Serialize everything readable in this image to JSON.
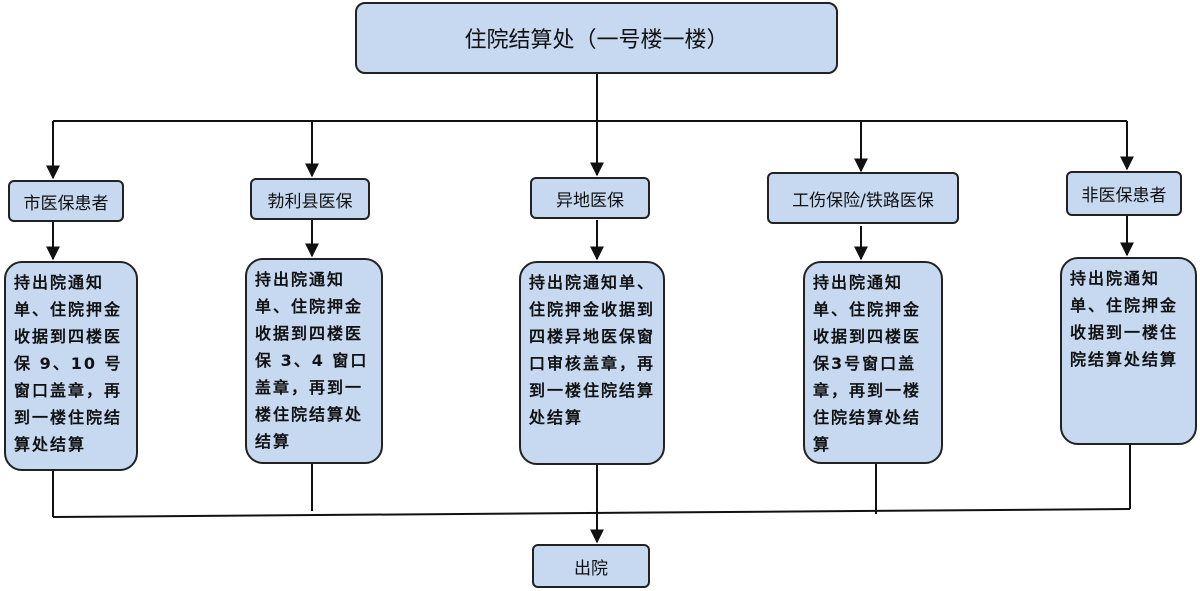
{
  "top_box": {
    "text": "住院结算处（一号楼一楼）"
  },
  "branches": [
    {
      "category": "市医保患者",
      "steps": "持出院通知单、住院押金收据到四楼医保 9、10 号窗口盖章，再到一楼住院结算处结算"
    },
    {
      "category": "勃利县医保",
      "steps": "持出院通知单、住院押金收据到四楼医保 3、4 窗口盖章，再到一楼住院结算处结算"
    },
    {
      "category": "异地医保",
      "steps": "持出院通知单、住院押金收据到四楼异地医保窗口审核盖章，再到一楼住院结算处结算"
    },
    {
      "category": "工伤保险/铁路医保",
      "steps": "持出院通知单、住院押金收据到四楼医保3号窗口盖章，再到一楼住院结算处结算"
    },
    {
      "category": "非医保患者",
      "steps": "持出院通知单、住院押金收据到一楼住院结算处结算"
    }
  ],
  "exit_box": {
    "text": "出院"
  }
}
